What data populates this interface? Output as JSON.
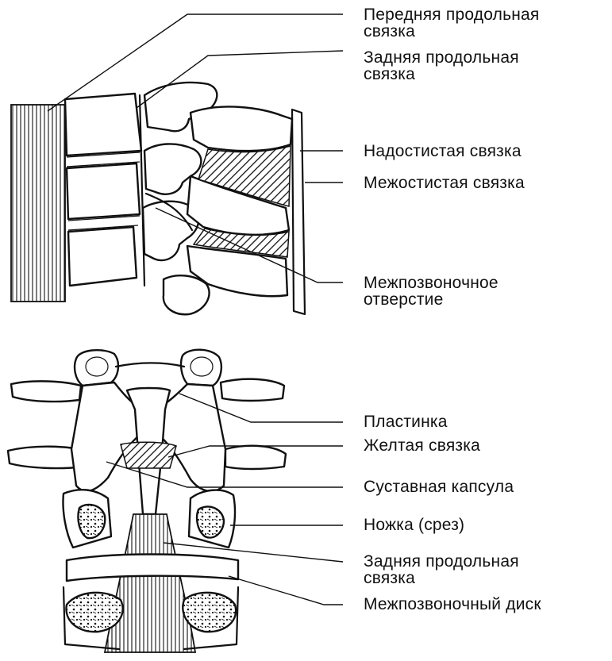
{
  "top_diagram": {
    "labels": [
      "Передняя продольная\nсвязка",
      "Задняя продольная\nсвязка",
      "Надостистая связка",
      "Межостистая связка",
      "Межпозвоночное\nотверстие"
    ]
  },
  "bottom_diagram": {
    "labels": [
      "Пластинка",
      "Желтая связка",
      "Суставная капсула",
      "Ножка (срез)",
      "Задняя продольная\nсвязка",
      "Межпозвоночный диск"
    ]
  }
}
